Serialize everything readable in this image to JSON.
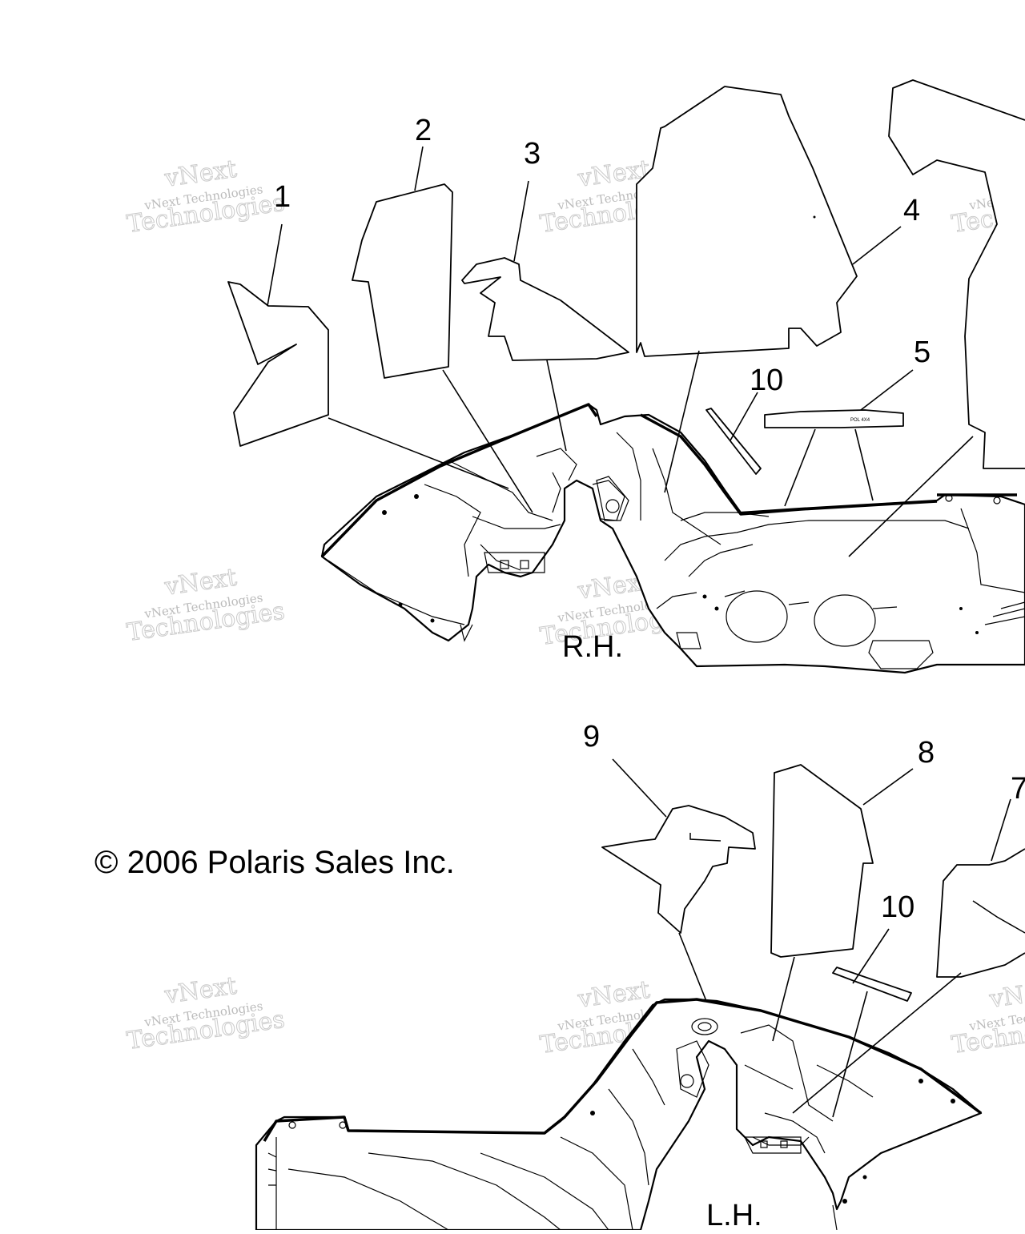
{
  "diagram": {
    "callouts": [
      {
        "id": "c1",
        "label": "1"
      },
      {
        "id": "c2",
        "label": "2"
      },
      {
        "id": "c3",
        "label": "3"
      },
      {
        "id": "c4",
        "label": "4"
      },
      {
        "id": "c5",
        "label": "5"
      },
      {
        "id": "c10a",
        "label": "10"
      },
      {
        "id": "c9",
        "label": "9"
      },
      {
        "id": "c8",
        "label": "8"
      },
      {
        "id": "c7",
        "label": "7"
      },
      {
        "id": "c10b",
        "label": "10"
      }
    ],
    "side_labels": {
      "right_hand": "R.H.",
      "left_hand": "L.H."
    },
    "copyright": "© 2006 Polaris Sales Inc.",
    "decal_text": "POL 4X4"
  },
  "watermark": {
    "line_small": "vNext Technologies",
    "line_large": "Technologies",
    "line_brand": "vNext"
  }
}
